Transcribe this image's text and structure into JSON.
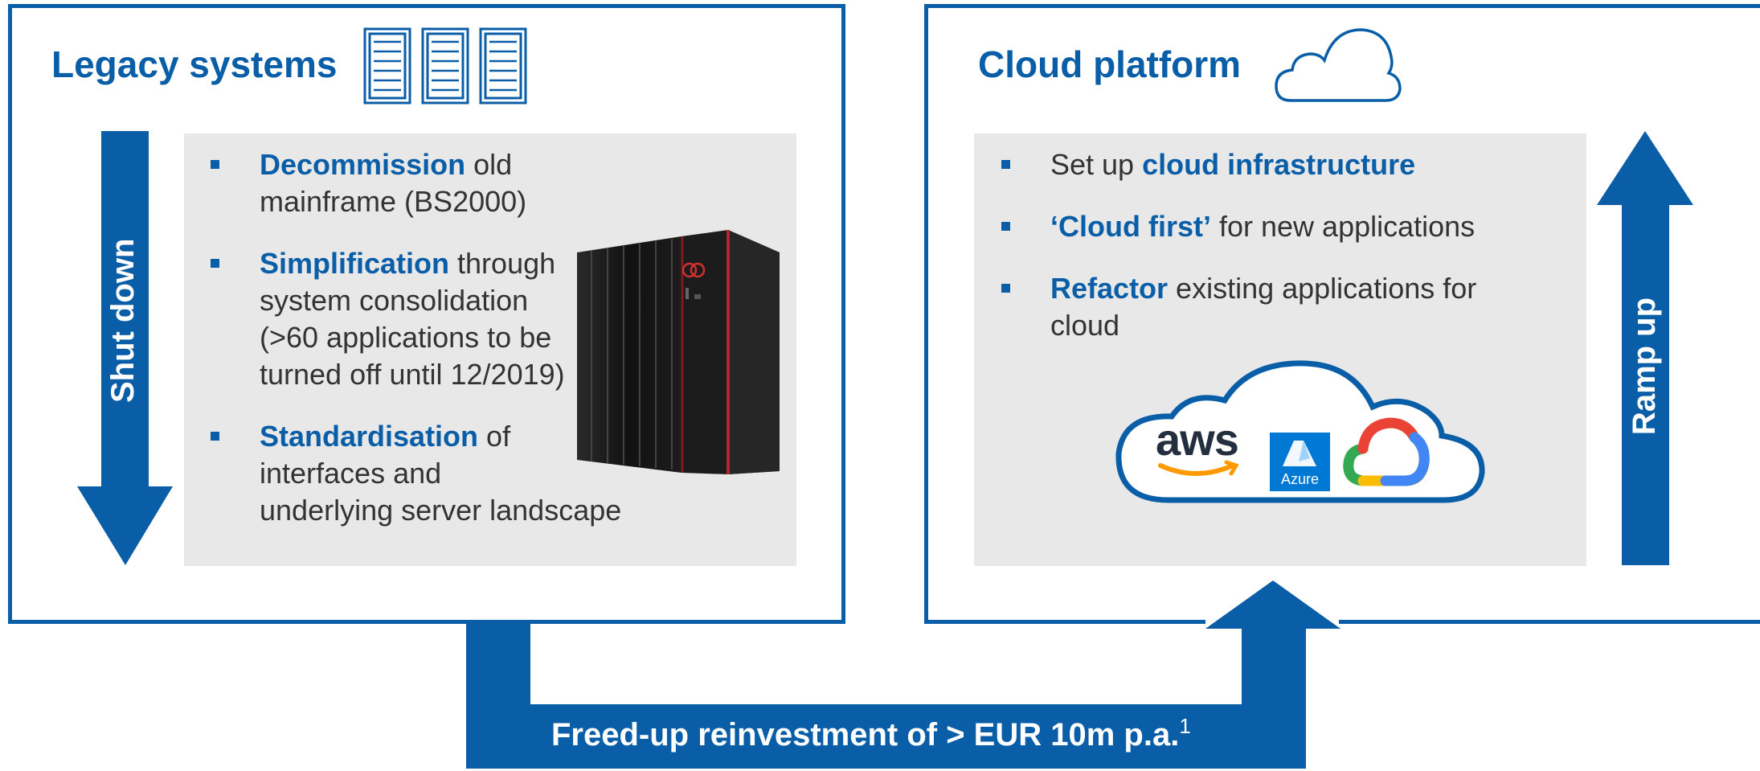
{
  "legacy": {
    "title": "Legacy systems",
    "arrow_label": "Shut down",
    "bullets": [
      {
        "highlight": "Decommission",
        "line1_rest": " old",
        "more": [
          "mainframe (BS2000)"
        ]
      },
      {
        "highlight": "Simplification",
        "line1_rest": " through",
        "more": [
          "system consolidation",
          "(>60 applications to be",
          "turned off until 12/2019)"
        ]
      },
      {
        "highlight": "Standardisation",
        "line1_rest": " of",
        "more": [
          "interfaces and",
          "underlying server landscape"
        ]
      }
    ]
  },
  "cloud": {
    "title": "Cloud platform",
    "arrow_label": "Ramp up",
    "bullets": [
      {
        "pre": "Set up ",
        "highlight": "cloud infrastructure",
        "post": "",
        "more": []
      },
      {
        "pre": "",
        "highlight": "‘Cloud first’",
        "post": " for new applications",
        "more": []
      },
      {
        "pre": "",
        "highlight": "Refactor",
        "post": " existing applications for",
        "more": [
          "cloud"
        ]
      }
    ],
    "providers": {
      "aws": "aws",
      "azure": "Azure"
    }
  },
  "reinvestment": {
    "text": "Freed-up reinvestment of > EUR 10m p.a.",
    "footnote": "1"
  },
  "colors": {
    "brand_blue": "#0a5ea8",
    "panel_grey": "#e8e8e8",
    "text": "#333333"
  },
  "icons": [
    "server-rack-icon",
    "cloud-outline-icon",
    "mainframe-image",
    "aws-logo",
    "azure-logo",
    "google-cloud-logo"
  ]
}
